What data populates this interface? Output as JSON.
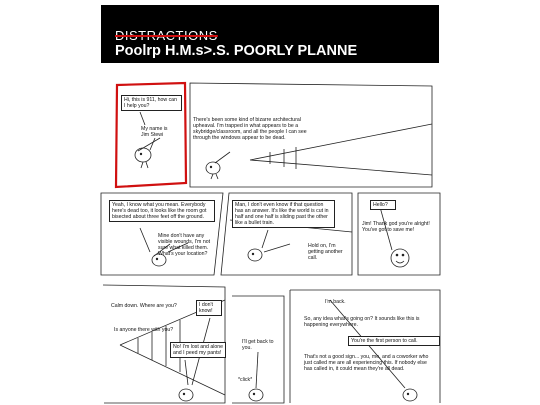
{
  "header": {
    "strike_title": "DISTRACTIONS",
    "title": "Poolrp H.M.s>.S. POORLY PLANNE"
  },
  "colors": {
    "header_bg": "#000000",
    "header_text": "#ffffff",
    "highlight": "#d01010"
  },
  "panels": {
    "p1": {
      "operator": "Hi, this is 911, how can I help you?",
      "caller": "My name is Jim Stewi"
    },
    "p2": {
      "caller": "There's been some kind of bizarre architectural upheaval. I'm trapped in what appears to be a skybridge/classroom, and all the people I can see through the windows appear to be dead."
    },
    "p3": {
      "operator": "Yeah, I know what you mean. Everybody here's dead too, it looks like the room got bisected about three feet off the ground.",
      "caller": "Mine don't have any visible wounds, I'm not sure what killed them. What's your location?"
    },
    "p4": {
      "operator": "Man, I don't even know if that question has an answer. It's like the world is cut in half and one half is sliding past the other like a bullet train.",
      "caller": "Hold on, I'm getting another call."
    },
    "p5": {
      "voice": "Hello?",
      "caller": "Jim! Thank god you're alright! You've got to save me!"
    },
    "p6": {
      "operator": "Calm down. Where are you?",
      "caller_reply": "I don't know!",
      "operator2": "Is anyone there with you?",
      "caller2": "No! I'm lost and alone and I peed my pants!"
    },
    "p7": {
      "caller": "I'll get back to you.",
      "sfx": "*click*"
    },
    "p8": {
      "caller": "I'm back.",
      "operator": "So, any idea what's going on? It sounds like this is happening everywhere.",
      "operator2": "You're the first person to call.",
      "caller2": "That's not a good sign... you, me, and a coworker who just called me are all experiencing this. If nobody else has called in, it could mean they're all dead."
    }
  }
}
